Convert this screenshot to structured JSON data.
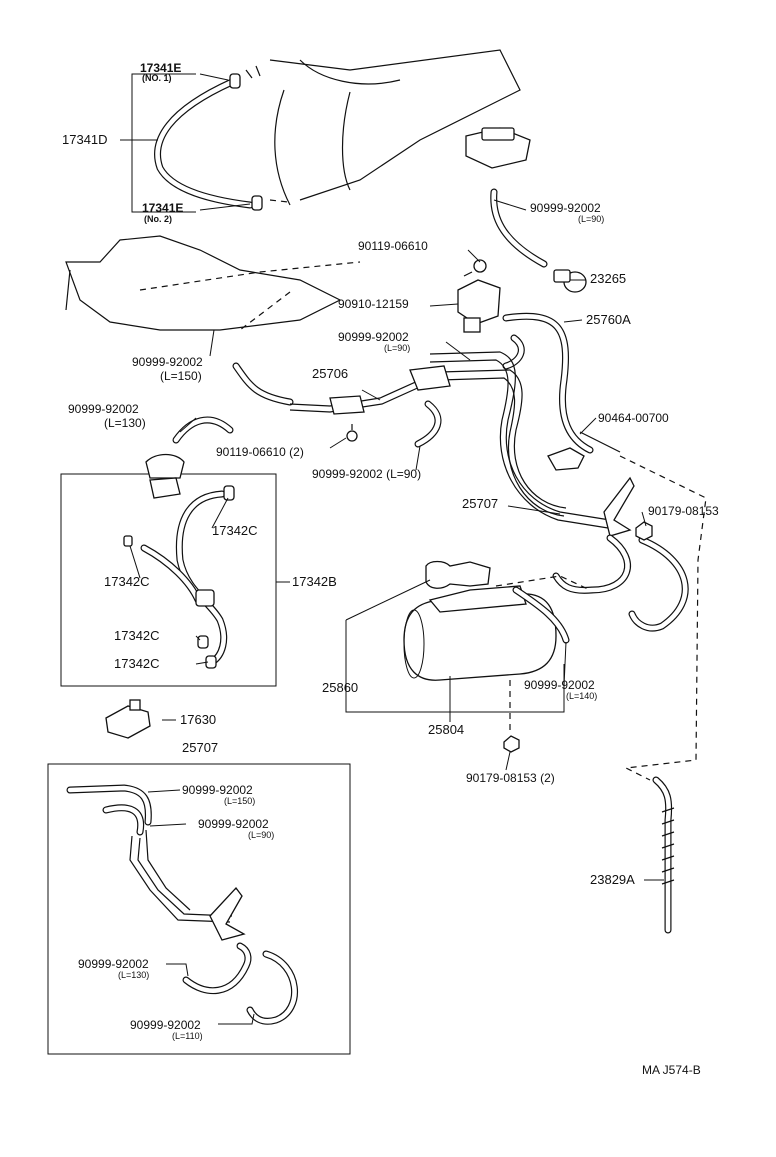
{
  "diagram_code": "MA  J574-B",
  "labels": {
    "p17341E_no1": "17341E",
    "p17341E_no1_sub": "(NO. 1)",
    "p17341D": "17341D",
    "p17341E_no2": "17341E",
    "p17341E_no2_sub": "(No. 2)",
    "p90999_92002_l90_top": "90999-92002",
    "p90999_92002_l90_top_sub": "(L=90)",
    "p90119_06610": "90119-06610",
    "p23265": "23265",
    "p90910_12159": "90910-12159",
    "p25760A": "25760A",
    "p90999_92002_l90_mid": "90999-92002",
    "p90999_92002_l90_mid_sub": "(L=90)",
    "p90999_92002_l150": "90999-92002",
    "p90999_92002_l150_sub": "(L=150)",
    "p25706": "25706",
    "p90999_92002_l130": "90999-92002",
    "p90999_92002_l130_sub": "(L=130)",
    "p90119_06610_2": "90119-06610 (2)",
    "p90999_92002_l90_low": "90999-92002 (L=90)",
    "p90464_00700": "90464-00700",
    "p17342C_a": "17342C",
    "p17342B": "17342B",
    "p17342C_b": "17342C",
    "p17342C_c": "17342C",
    "p17342C_d": "17342C",
    "p25707_main": "25707",
    "p90179_08153": "90179-08153",
    "p25860": "25860",
    "p90999_92002_l140": "90999-92002",
    "p90999_92002_l140_sub": "(L=140)",
    "p25804": "25804",
    "p90179_08153_2": "90179-08153 (2)",
    "p17630": "17630",
    "p25707_box": "25707",
    "b_l150": "90999-92002",
    "b_l150_sub": "(L=150)",
    "b_l90": "90999-92002",
    "b_l90_sub": "(L=90)",
    "b_l130": "90999-92002",
    "b_l130_sub": "(L=130)",
    "b_l110": "90999-92002",
    "b_l110_sub": "(L=110)",
    "p23829A": "23829A"
  }
}
